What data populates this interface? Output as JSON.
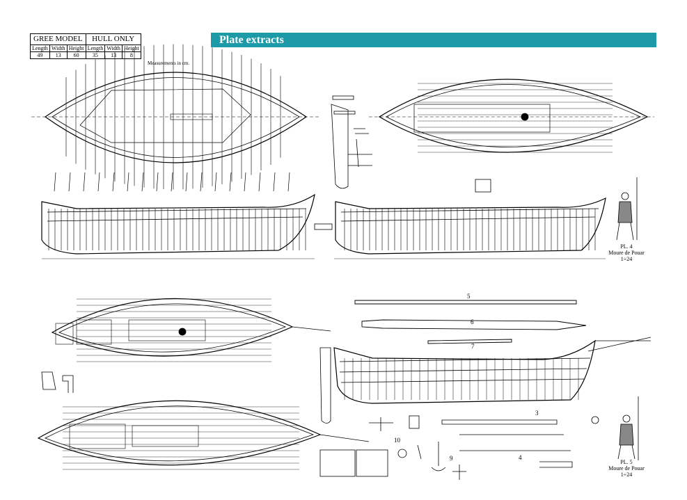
{
  "spec_table": {
    "groups": [
      "GREE MODEL",
      "HULL ONLY"
    ],
    "headers": [
      "Length",
      "Width",
      "Height",
      "Length",
      "Width",
      "Height"
    ],
    "values": [
      "49",
      "13",
      "60",
      "35",
      "13",
      "8"
    ]
  },
  "measurement_note": "Measurements in cm.",
  "banner_title": "Plate extracts",
  "plates": [
    {
      "plate": "PL. 4",
      "name": "Moure de Pouar",
      "scale": "1÷24"
    },
    {
      "plate": "PL. 5",
      "name": "Moure de Pouar",
      "scale": "1÷24"
    }
  ],
  "part_numbers": [
    "5",
    "6",
    "7",
    "3",
    "4",
    "9",
    "10"
  ],
  "colors": {
    "banner": "#1d9aa8",
    "line": "#000000"
  }
}
